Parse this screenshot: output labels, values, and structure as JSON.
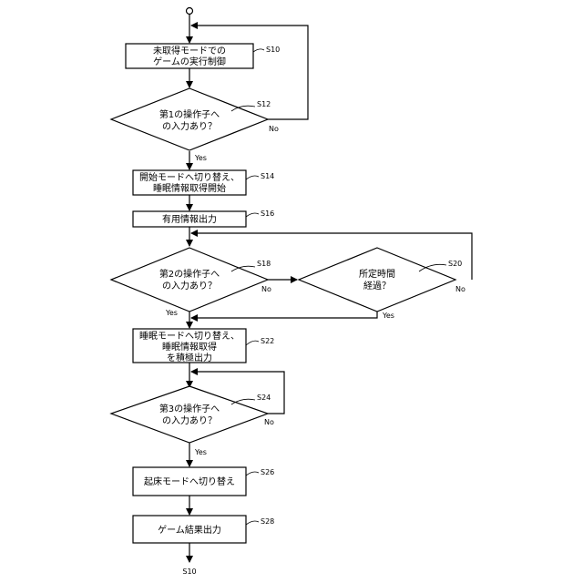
{
  "flowchart": {
    "steps": {
      "s10": {
        "id": "S10",
        "lines": [
          "未取得モードでの",
          "ゲームの実行制御"
        ]
      },
      "s12": {
        "id": "S12",
        "lines": [
          "第1の操作子へ",
          "の入力あり？"
        ]
      },
      "s14": {
        "id": "S14",
        "lines": [
          "開始モードへ切り替え、",
          "睡眠情報取得開始"
        ]
      },
      "s16": {
        "id": "S16",
        "lines": [
          "有用情報出力"
        ]
      },
      "s18": {
        "id": "S18",
        "lines": [
          "第2の操作子へ",
          "の入力あり？"
        ]
      },
      "s20": {
        "id": "S20",
        "lines": [
          "所定時間",
          "経過？"
        ]
      },
      "s22": {
        "id": "S22",
        "lines": [
          "睡眠モードへ切り替え、",
          "睡眠情報取得",
          "を積極出力"
        ]
      },
      "s24": {
        "id": "S24",
        "lines": [
          "第3の操作子へ",
          "の入力あり？"
        ]
      },
      "s26": {
        "id": "S26",
        "lines": [
          "起床モードへ切り替え"
        ]
      },
      "s28": {
        "id": "S28",
        "lines": [
          "ゲーム結果出力"
        ]
      }
    },
    "edge_labels": {
      "yes": "Yes",
      "no": "No"
    },
    "end_label": "S10"
  }
}
